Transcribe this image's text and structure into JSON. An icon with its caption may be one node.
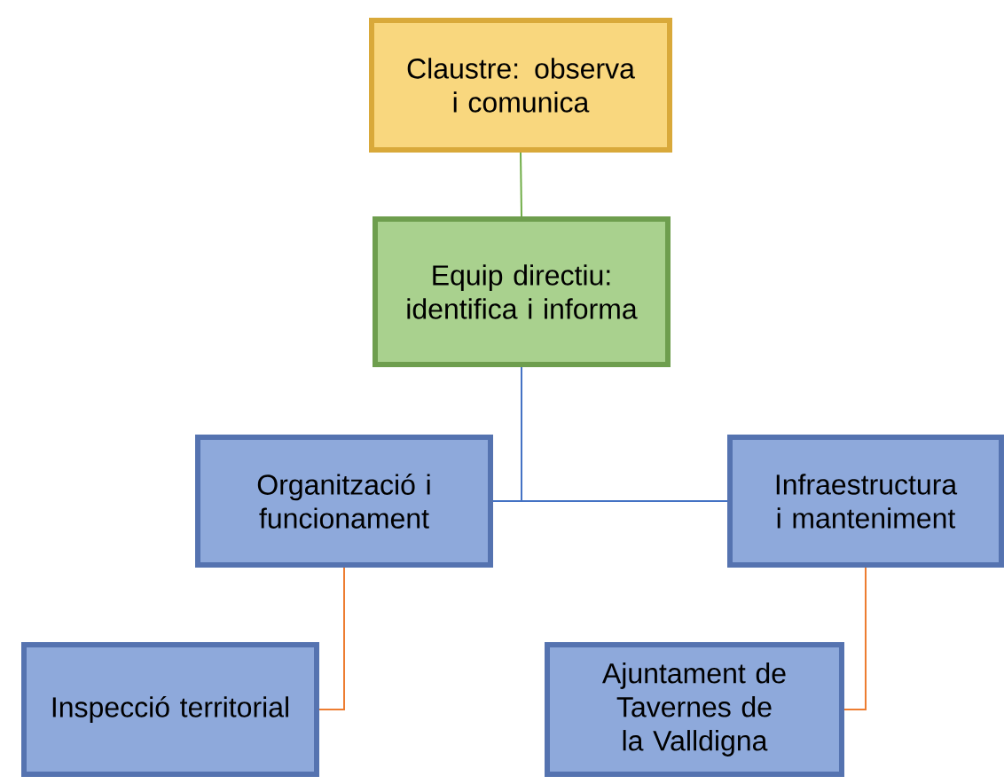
{
  "diagram": {
    "nodes": [
      {
        "text": [
          "Claustre: observa i comunica"
        ]
      },
      {
        "text": [
          "Equip directiu: identifica i informa"
        ]
      },
      {
        "text": [
          "Organització i funcionament"
        ]
      },
      {
        "text": [
          "Infraestructura i manteniment"
        ]
      },
      {
        "text": [
          "Inspecció territorial"
        ]
      },
      {
        "text": [
          "Ajuntament de Tavernes de la Valldigna"
        ]
      }
    ],
    "edges": [
      {
        "from": 0,
        "to": 1,
        "arrow": "none",
        "color": "#70ad47"
      },
      {
        "from": 1,
        "to": 2,
        "arrow": "none",
        "color": "#4472c4"
      },
      {
        "from": 1,
        "to": 3,
        "arrow": "none",
        "color": "#4472c4"
      },
      {
        "from": 2,
        "to": 4,
        "arrow": "none",
        "color": "#ed7d31"
      },
      {
        "from": 3,
        "to": 5,
        "arrow": "none",
        "color": "#ed7d31"
      }
    ]
  }
}
